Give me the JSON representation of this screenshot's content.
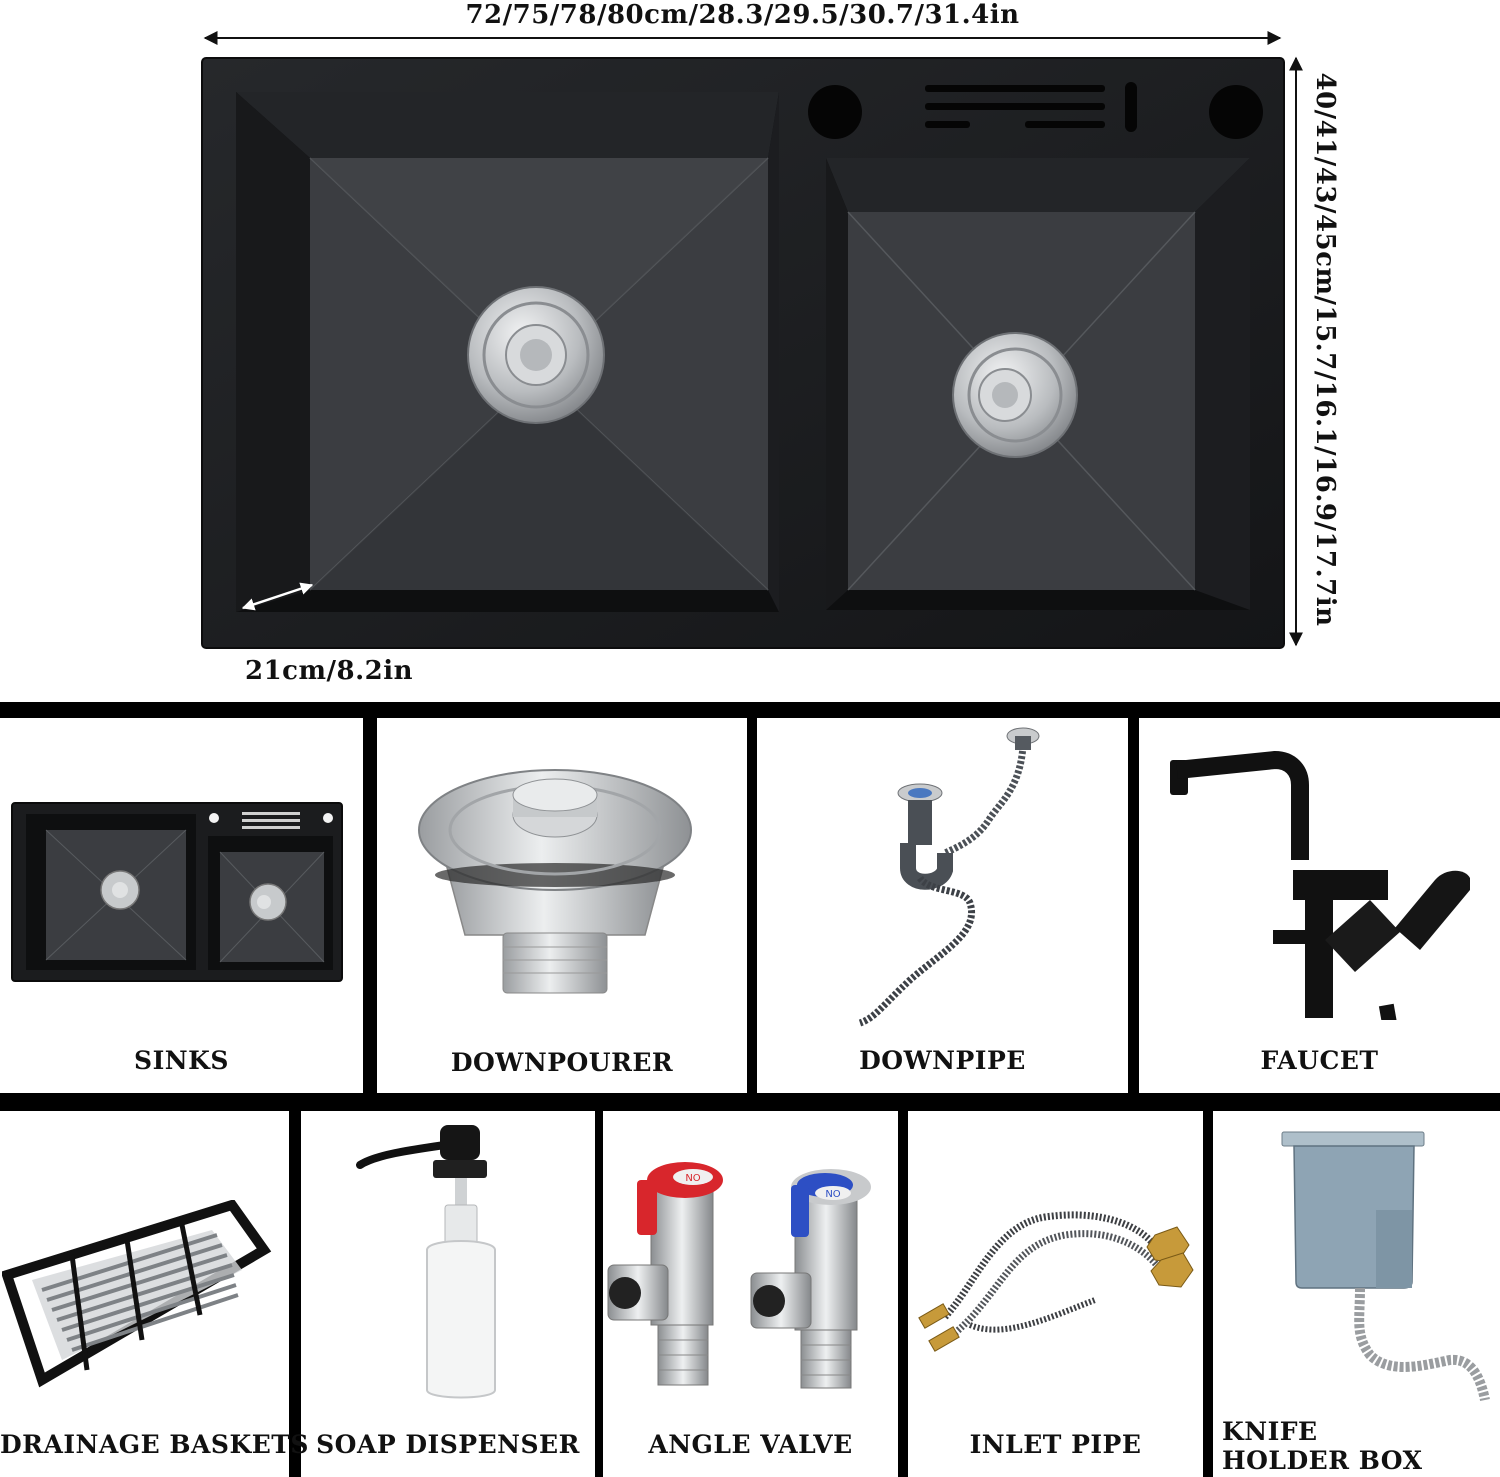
{
  "dimensions": {
    "width_label": "72/75/78/80cm/28.3/29.5/30.7/31.4in",
    "depth_label": "40/41/43/45cm/15.7/16.1/16.9/17.7in",
    "bowl_depth_label": "21cm/8.2in"
  },
  "components_row1": [
    {
      "label": "SINKS",
      "icon": "sink-icon"
    },
    {
      "label": "DOWNPOURER",
      "icon": "strainer-icon"
    },
    {
      "label": "DOWNPIPE",
      "icon": "drain-pipe-icon"
    },
    {
      "label": "FAUCET",
      "icon": "faucet-icon"
    }
  ],
  "components_row2": [
    {
      "label": "DRAINAGE BASKETS",
      "icon": "basket-icon"
    },
    {
      "label": "SOAP DISPENSER",
      "icon": "soap-dispenser-icon"
    },
    {
      "label": "ANGLE VALVE",
      "icon": "angle-valve-icon"
    },
    {
      "label": "INLET PIPE",
      "icon": "inlet-pipe-icon"
    },
    {
      "label": "KNIFE HOLDER BOX",
      "icon": "knife-holder-box-icon"
    }
  ],
  "valve_marks": [
    "NO",
    "NO"
  ],
  "colors": {
    "sink_body": "#1b1c1e",
    "bowl": "#3a3c40",
    "steel": "#c9cbcd",
    "valve_red": "#d8262c",
    "valve_blue": "#2d4fc4",
    "box_blue": "#8ea4b4"
  }
}
